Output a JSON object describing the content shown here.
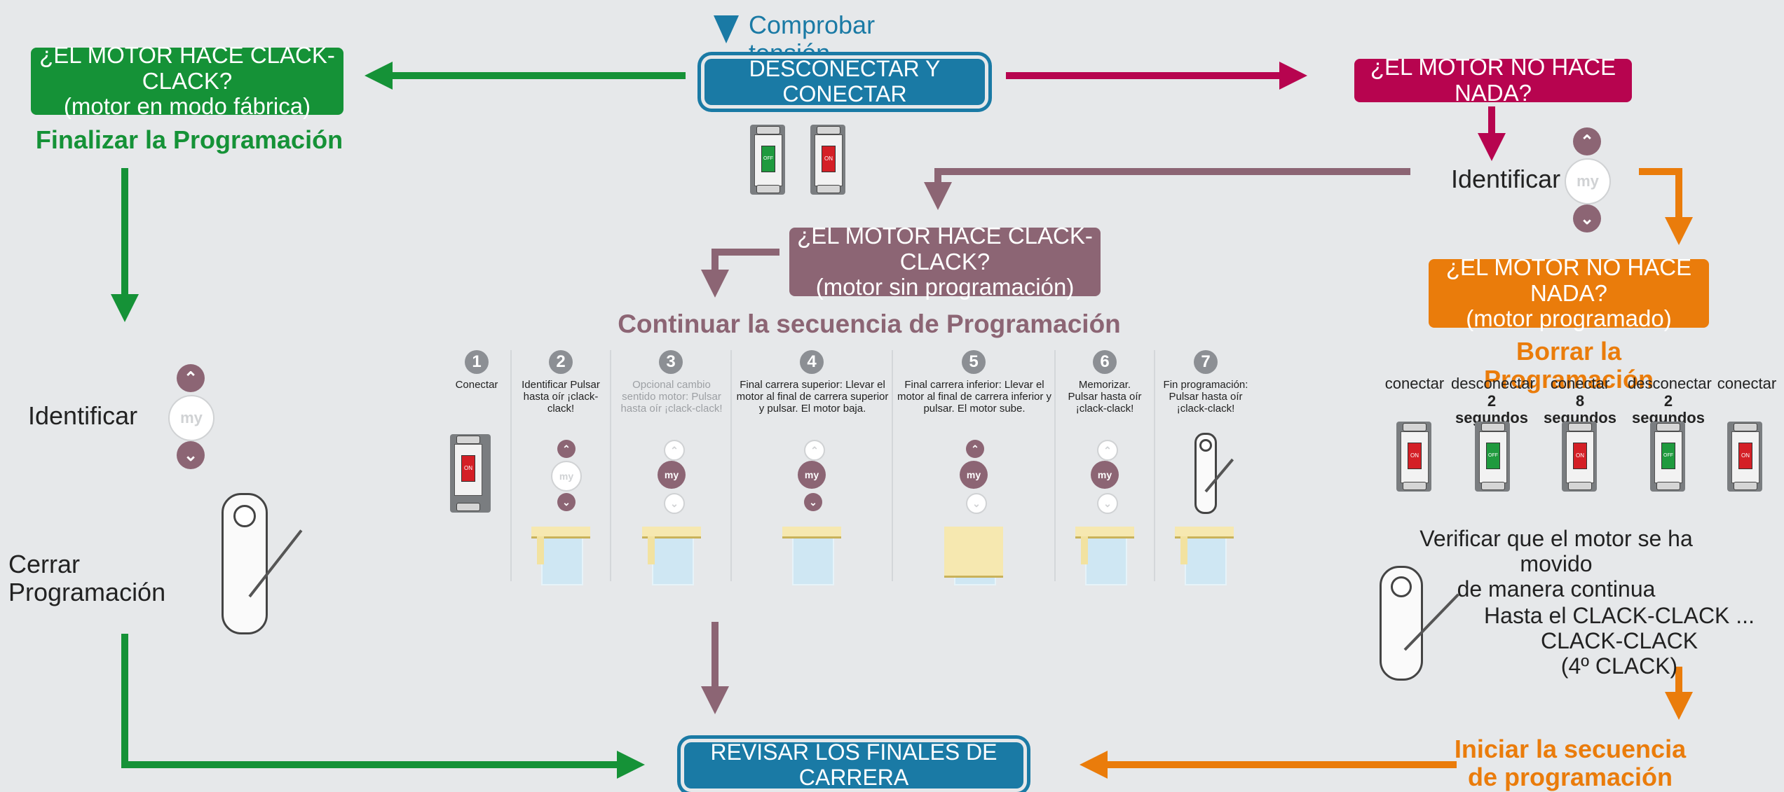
{
  "top": {
    "check_voltage": "Comprobar tensión",
    "disconnect_connect": "DESCONECTAR Y CONECTAR"
  },
  "left": {
    "factory_box_line1": "¿EL MOTOR HACE CLACK-CLACK?",
    "factory_box_line2": "(motor en modo fábrica)",
    "finish_programming": "Finalizar la Programación",
    "identify": "Identificar",
    "close_programming": "Cerrar Programación"
  },
  "center": {
    "unprog_box_line1": "¿EL MOTOR HACE CLACK-CLACK?",
    "unprog_box_line2": "(motor sin programación)",
    "continue_sequence": "Continuar la secuencia de Programación",
    "steps": [
      {
        "num": "1",
        "text": "Conectar"
      },
      {
        "num": "2",
        "text": "Identificar Pulsar hasta oír ¡clack-clack!"
      },
      {
        "num": "3",
        "text": "Opcional cambio sentido motor: Pulsar hasta oír ¡clack-clack!"
      },
      {
        "num": "4",
        "text": "Final carrera superior: Llevar el motor al final de carrera superior y pulsar. El motor baja."
      },
      {
        "num": "5",
        "text": "Final carrera inferior: Llevar el motor al final de carrera inferior y pulsar. El motor sube."
      },
      {
        "num": "6",
        "text": "Memorizar. Pulsar hasta oír ¡clack-clack!"
      },
      {
        "num": "7",
        "text": "Fin programación: Pulsar hasta oír ¡clack-clack!"
      }
    ]
  },
  "right": {
    "nothing_box": "¿EL MOTOR NO HACE NADA?",
    "identify": "Identificar",
    "programmed_box_line1": "¿EL MOTOR NO HACE NADA?",
    "programmed_box_line2": "(motor programado)",
    "erase_programming": "Borrar la Programación",
    "sequence": [
      {
        "action": "conectar",
        "time": ""
      },
      {
        "action": "desconectar",
        "time": "2 segundos"
      },
      {
        "action": "conectar",
        "time": "8 segundos"
      },
      {
        "action": "desconectar",
        "time": "2 segundos"
      },
      {
        "action": "conectar",
        "time": ""
      }
    ],
    "verify_line1": "Verificar que el motor se ha movido",
    "verify_line2": "de manera continua",
    "until_line1": "Hasta el CLACK-CLACK ... CLACK-CLACK",
    "until_line2": "(4º CLACK)",
    "start_line1": "Iniciar la secuencia",
    "start_line2": "de programación"
  },
  "bottom": {
    "check_limits": "REVISAR LOS FINALES DE CARRERA"
  },
  "labels": {
    "my": "my",
    "on": "ON",
    "off": "OFF"
  },
  "colors": {
    "green": "#159237",
    "red": "#b7044f",
    "mauve": "#8c6574",
    "orange": "#ea7c0b",
    "blue": "#1a7aa5",
    "background": "#e6e8ea"
  }
}
